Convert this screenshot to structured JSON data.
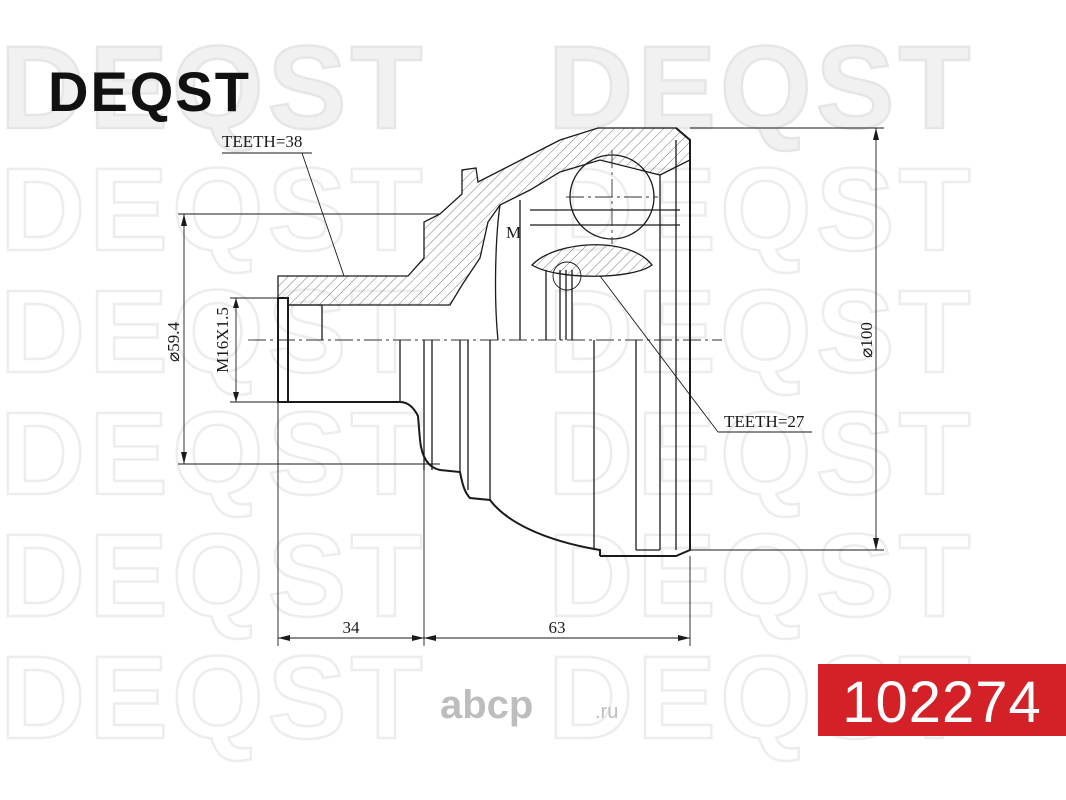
{
  "brand": {
    "logo_text": "DEQST",
    "watermark_text": "DEQST",
    "accent_color": "#d42027"
  },
  "part_number": "102274",
  "marketplace": {
    "name": "abcp",
    "suffix": ".ru"
  },
  "drawing": {
    "labels": {
      "teeth_outer": "TEETH=38",
      "teeth_inner": "TEETH=27",
      "thread": "M16X1.5",
      "diameter_shaft": "⌀59.4",
      "diameter_body": "⌀100",
      "marker": "M"
    },
    "dimensions": {
      "length_shaft": "34",
      "length_body": "63"
    }
  }
}
